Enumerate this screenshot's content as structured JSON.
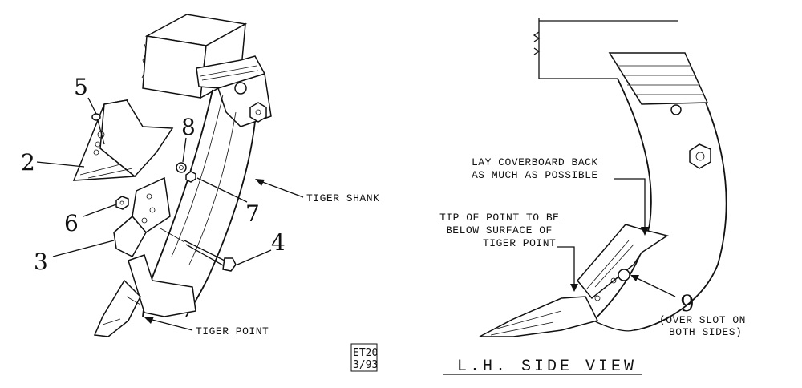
{
  "labels": {
    "n5": "5",
    "n2": "2",
    "n8": "8",
    "n6": "6",
    "n7": "7",
    "n3": "3",
    "n4": "4",
    "n9": "9",
    "tiger_shank": "TIGER SHANK",
    "tiger_point": "TIGER POINT",
    "lay_line1": "LAY COVERBOARD BACK",
    "lay_line2": "AS MUCH AS POSSIBLE",
    "tip_line1": "TIP OF POINT TO BE",
    "tip_line2": "BELOW SURFACE OF",
    "tip_line3": "TIGER POINT",
    "over_line1": "(OVER SLOT ON",
    "over_line2": "BOTH SIDES)",
    "code_line1": "ET20",
    "code_line2": "3/93",
    "view_title": "L.H. SIDE VIEW"
  }
}
